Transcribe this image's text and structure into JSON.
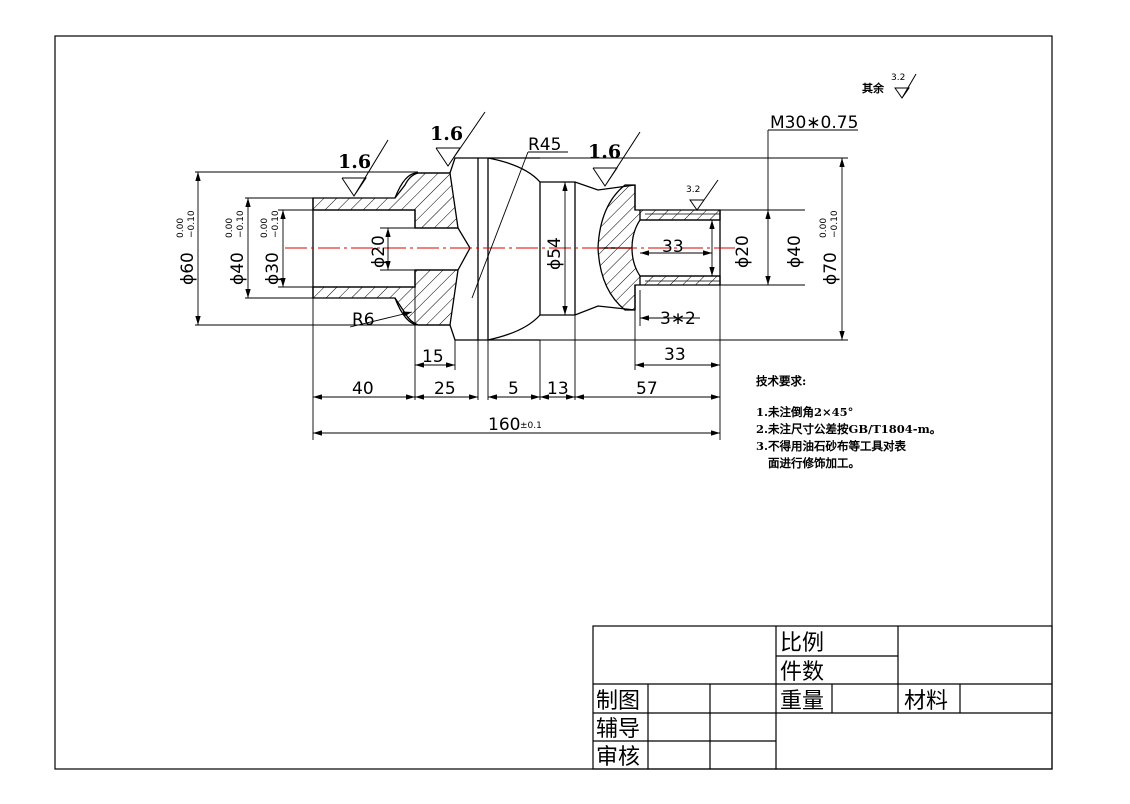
{
  "drawing": {
    "roughness": {
      "other_prefix": "其余",
      "other_value": "3.2",
      "values": [
        "1.6",
        "1.6",
        "1.6"
      ],
      "bore_value": "3.2"
    },
    "dims": {
      "d60": "ϕ60",
      "d60_tol_upper": "0.00",
      "d60_tol_lower": "−0.10",
      "d40_left": "ϕ40",
      "d40_left_tol_upper": "0.00",
      "d40_left_tol_lower": "−0.10",
      "d30": "ϕ30",
      "d30_tol_upper": "0.00",
      "d30_tol_lower": "−0.10",
      "d20_left": "ϕ20",
      "d54": "ϕ54",
      "d20_right": "ϕ20",
      "d40_right": "ϕ40",
      "d70": "ϕ70",
      "d70_tol_upper": "0.00",
      "d70_tol_lower": "−0.10",
      "r45": "R45",
      "r6": "R6",
      "thread": "M30∗0.75",
      "len33_bore": "33",
      "chamfer": "3∗2",
      "len33": "33",
      "len15": "15",
      "len40": "40",
      "len25": "25",
      "len5": "5",
      "len13": "13",
      "len57": "57",
      "total": "160",
      "total_tol": "±0.1"
    }
  },
  "notes": {
    "title": "技术要求:",
    "items": [
      "1.未注倒角2×45°",
      "2.未注尺寸公差按GB/T1804-m。",
      "3.不得用油石砂布等工具对表",
      "面进行修饰加工。"
    ]
  },
  "title_block": {
    "scale": "比例",
    "quantity": "件数",
    "drawn": "制图",
    "weight": "重量",
    "material": "材料",
    "tutor": "辅导",
    "check": "审核"
  }
}
